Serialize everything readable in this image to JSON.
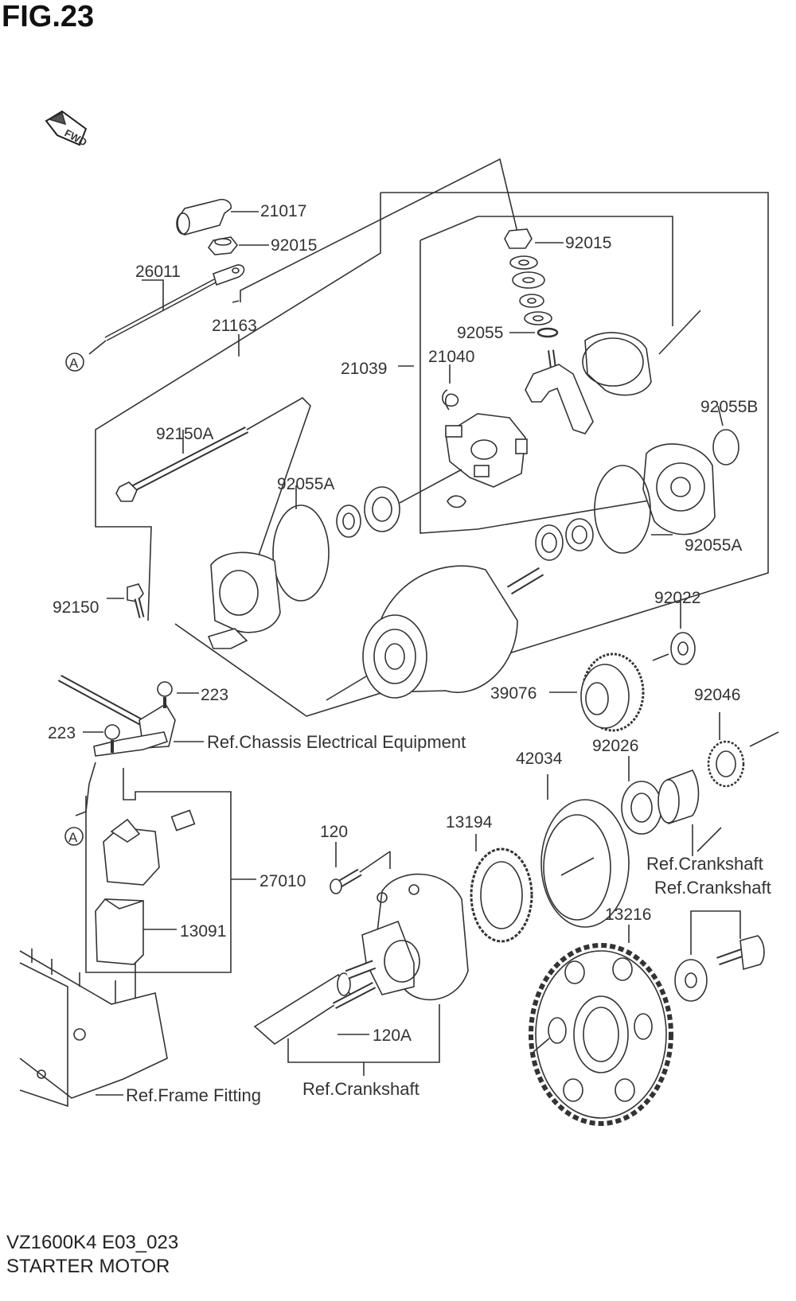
{
  "figure": {
    "title": "FIG.23",
    "direction_badge": "FWD"
  },
  "parts": {
    "p21017": "21017",
    "p92015a": "92015",
    "p26011": "26011",
    "p21163": "21163",
    "p92015b": "92015",
    "p92055": "92055",
    "p21039": "21039",
    "p21040": "21040",
    "p92055b": "92055B",
    "p92150a": "92150A",
    "p92055a_1": "92055A",
    "p92055a_2": "92055A",
    "p92150": "92150",
    "p92022": "92022",
    "p39076": "39076",
    "p92046": "92046",
    "p223_1": "223",
    "p223_2": "223",
    "p42034": "42034",
    "p92026": "92026",
    "p13194": "13194",
    "p120": "120",
    "p27010": "27010",
    "p13091": "13091",
    "p13216": "13216",
    "p120a": "120A"
  },
  "references": {
    "chassis": "Ref.Chassis Electrical Equipment",
    "crankshaft_1": "Ref.Crankshaft",
    "crankshaft_2": "Ref.Crankshaft",
    "crankshaft_3": "Ref.Crankshaft",
    "frame": "Ref.Frame Fitting"
  },
  "connector_marks": {
    "a1": "A",
    "a2": "A"
  },
  "footer": {
    "model_code": "VZ1600K4 E03_023",
    "name": "STARTER MOTOR"
  }
}
